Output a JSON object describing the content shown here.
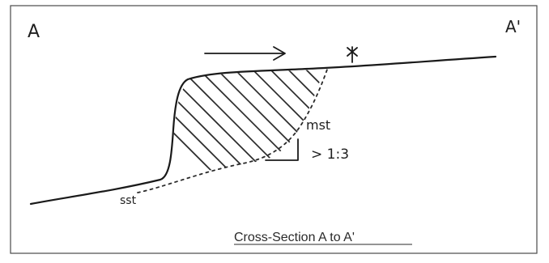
{
  "labels": {
    "start": "A",
    "end": "A'",
    "lower_unit": "sst",
    "upper_unit": "mst",
    "slope": "> 1:3",
    "caption": "Cross-Section A to A'"
  },
  "colors": {
    "ink": "#1a1a1a",
    "frame": "#4a4a4a"
  }
}
